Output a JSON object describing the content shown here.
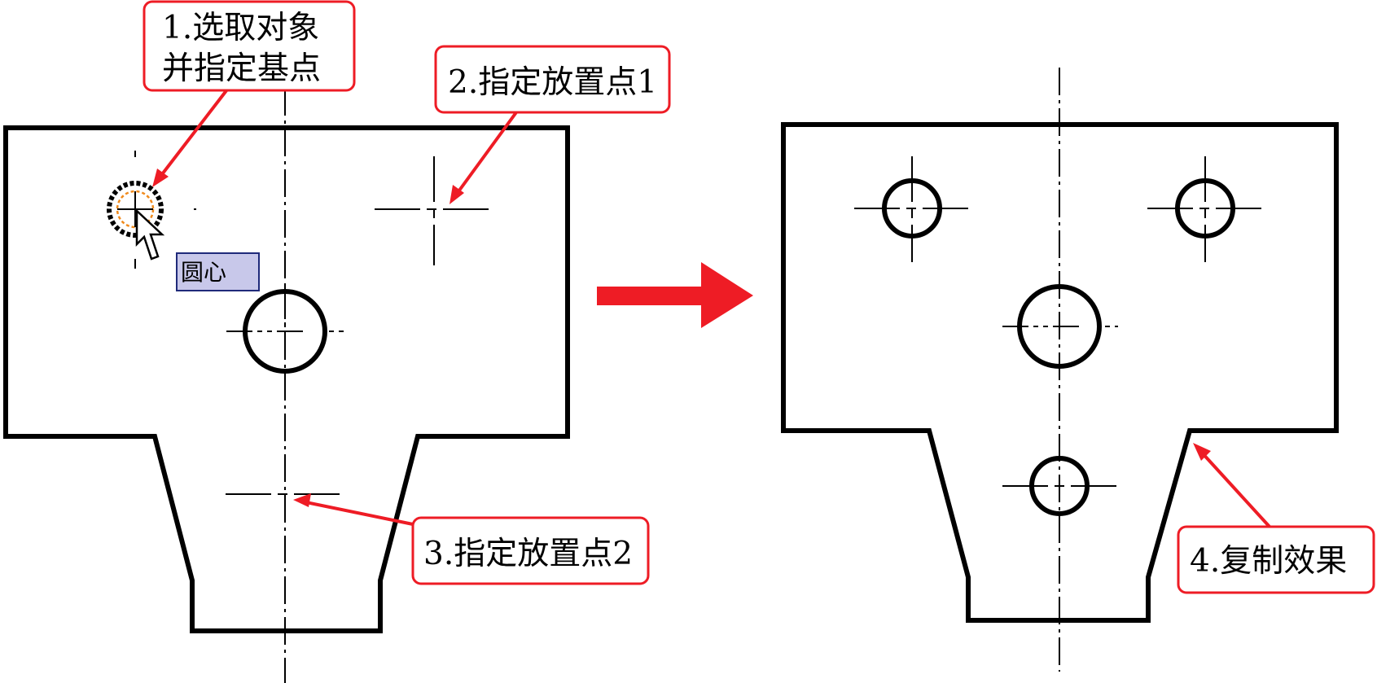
{
  "callouts": {
    "step1_line1": "1.选取对象",
    "step1_line2": "并指定基点",
    "step2": "2.指定放置点1",
    "step3": "3.指定放置点2",
    "step4": "4.复制效果"
  },
  "osnap_tooltip": "圆心",
  "colors": {
    "callout_border": "#ee1c25",
    "arrow": "#ee1c25",
    "tooltip_bg": "#c8c8ea",
    "tooltip_border": "#1f2a7a",
    "snap_marker": "#f08a1c"
  },
  "icons": {
    "transition_arrow": "right-arrow",
    "cursor": "mouse-pointer-icon",
    "snap_marker": "center-snap-icon"
  }
}
